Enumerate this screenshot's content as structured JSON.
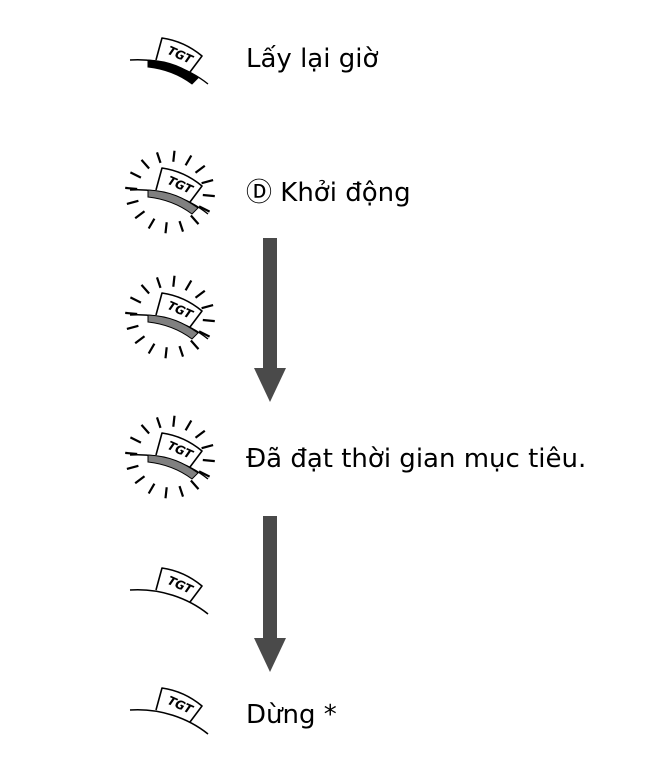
{
  "icon_label": "TGT",
  "steps": [
    {
      "label": "Lấy lại giờ",
      "indicator": "solid-black"
    },
    {
      "label": "Ⓓ Khởi động",
      "indicator": "flashing-gray"
    },
    {
      "label": "",
      "indicator": "flashing-gray"
    },
    {
      "label": "Đã đạt thời gian mục tiêu.",
      "indicator": "flashing-gray"
    },
    {
      "label": "",
      "indicator": "off"
    },
    {
      "label": "Dừng *",
      "indicator": "off"
    }
  ],
  "colors": {
    "solid": "#000000",
    "flashing": "#808080",
    "arrow": "#4a4a4a",
    "text": "#000000"
  }
}
